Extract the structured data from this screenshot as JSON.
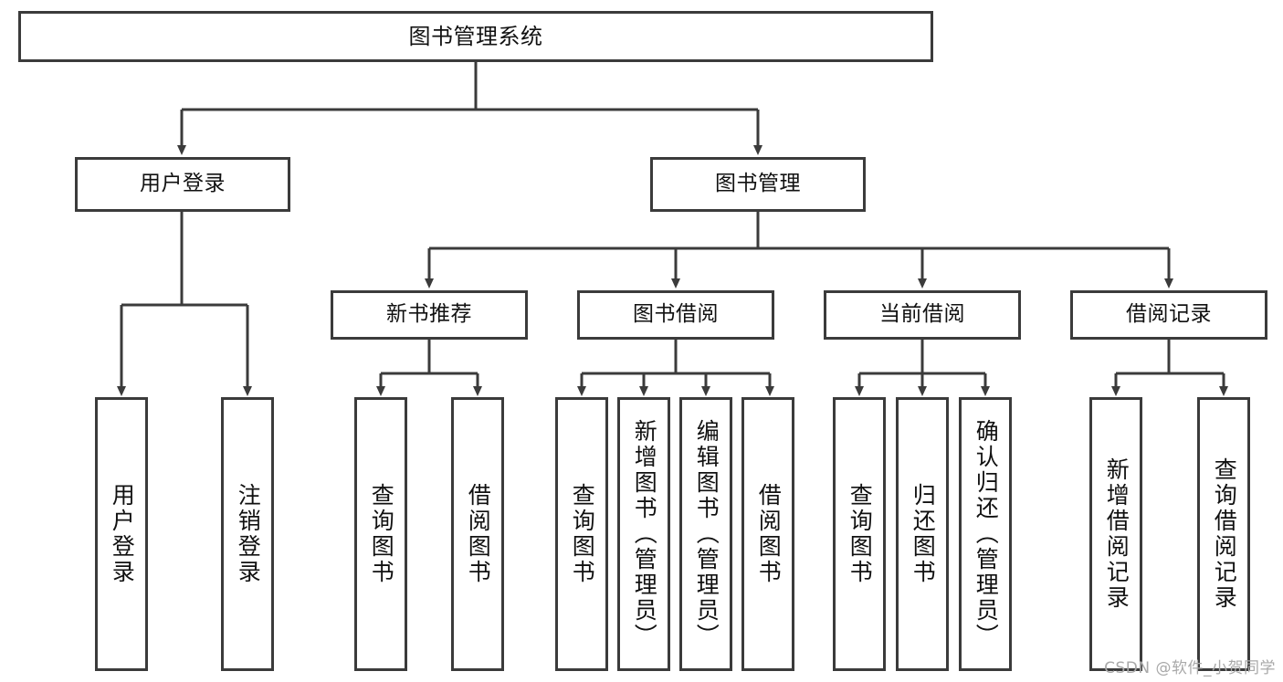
{
  "diagram": {
    "type": "tree",
    "title_node": "图书管理系统",
    "colors": {
      "box_border": "#3b3b3b",
      "box_fill": "#ffffff",
      "connector": "#3b3b3b",
      "text": "#111111",
      "watermark": "#a9a9a9"
    },
    "level2": [
      {
        "label": "用户登录"
      },
      {
        "label": "图书管理"
      }
    ],
    "level3": [
      {
        "label": "新书推荐"
      },
      {
        "label": "图书借阅"
      },
      {
        "label": "当前借阅"
      },
      {
        "label": "借阅记录"
      }
    ],
    "leaves": {
      "user_login": [
        {
          "label": "用户登录"
        },
        {
          "label": "注销登录"
        }
      ],
      "new_book_recommend": [
        {
          "label": "查询图书"
        },
        {
          "label": "借阅图书"
        }
      ],
      "book_borrow": [
        {
          "label": "查询图书"
        },
        {
          "label": "新增图书（管理员）"
        },
        {
          "label": "编辑图书（管理员）"
        },
        {
          "label": "借阅图书"
        }
      ],
      "current_borrow": [
        {
          "label": "查询图书"
        },
        {
          "label": "归还图书"
        },
        {
          "label": "确认归还（管理员）"
        }
      ],
      "borrow_record": [
        {
          "label": "新增借阅记录"
        },
        {
          "label": "查询借阅记录"
        }
      ]
    }
  },
  "watermark": {
    "text": "CSDN @软件_小贺同学"
  }
}
